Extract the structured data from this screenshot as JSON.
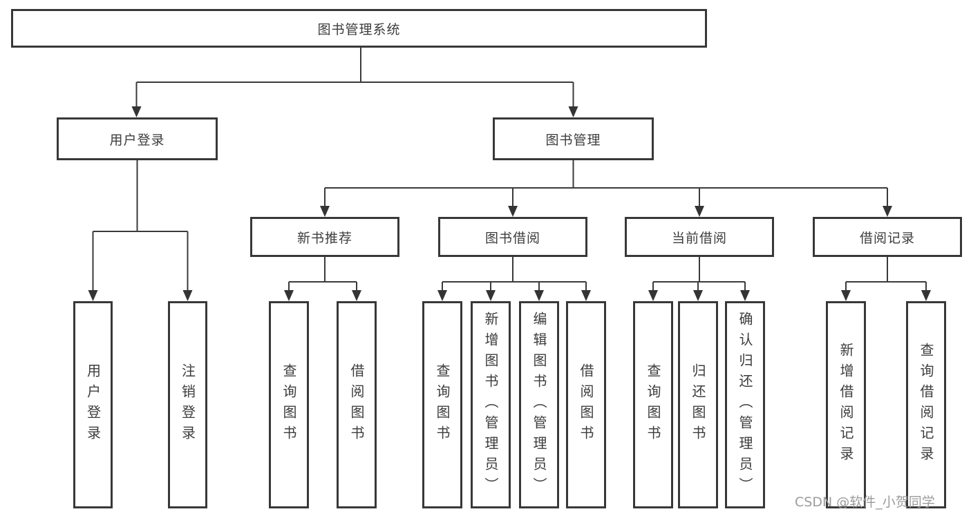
{
  "diagram": {
    "root": {
      "label": "图书管理系统"
    },
    "branches": [
      {
        "label": "用户登录",
        "children": [
          {
            "label": "用户登录"
          },
          {
            "label": "注销登录"
          }
        ]
      },
      {
        "label": "图书管理",
        "children": [
          {
            "label": "新书推荐",
            "children": [
              {
                "label": "查询图书"
              },
              {
                "label": "借阅图书"
              }
            ]
          },
          {
            "label": "图书借阅",
            "children": [
              {
                "label": "查询图书"
              },
              {
                "label": "新增图书（管理员）"
              },
              {
                "label": "编辑图书（管理员）"
              },
              {
                "label": "借阅图书"
              }
            ]
          },
          {
            "label": "当前借阅",
            "children": [
              {
                "label": "查询图书"
              },
              {
                "label": "归还图书"
              },
              {
                "label": "确认归还（管理员）"
              }
            ]
          },
          {
            "label": "借阅记录",
            "children": [
              {
                "label": "新增借阅记录"
              },
              {
                "label": "查询借阅记录"
              }
            ]
          }
        ]
      }
    ]
  },
  "watermark": {
    "text": "CSDN @软件_小贺同学"
  },
  "colors": {
    "line": "#3a3a3a",
    "border": "#383838",
    "text": "#3c3c3c",
    "watermark": "#9b9b9b",
    "background": "#ffffff"
  }
}
